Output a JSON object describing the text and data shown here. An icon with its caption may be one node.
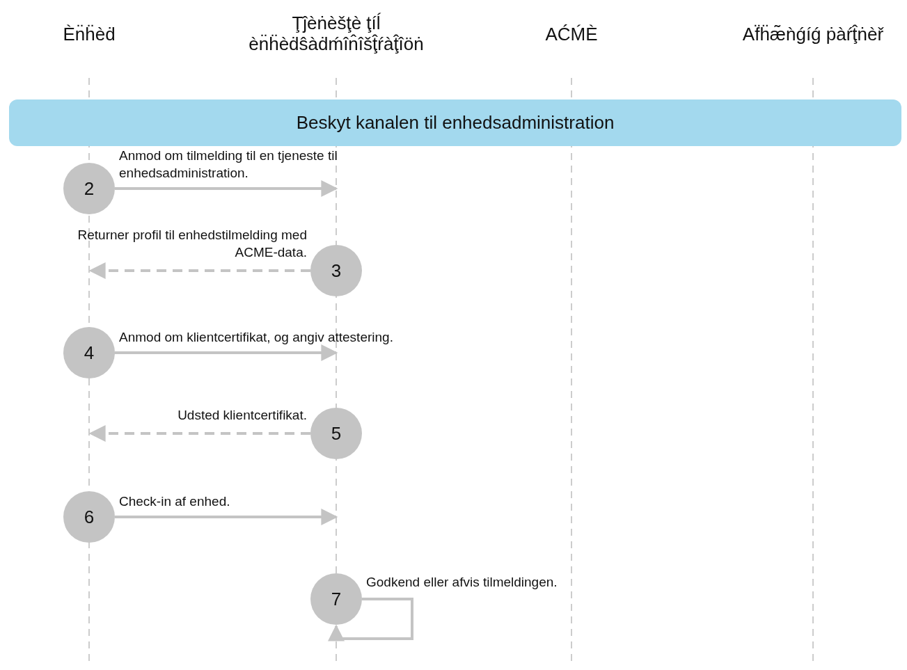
{
  "diagram": {
    "nodes": [
      {
        "text": [
          "Èn̈ḧèḋ"
        ]
      },
      {
        "text": [
          "Ţĵèṅèšţè ţíĺ èn̈ḧèḋŝàḋḿîn̂îšţ̂ŕàţ̂îöṅ"
        ]
      },
      {
        "text": [
          "AĆḾÈ"
        ]
      },
      {
        "text": [
          "Af̈ḧæ̃ǹǵíǵ ṗàŕţ̂ṅèř"
        ]
      },
      {
        "text": [
          "Beskyt kanalen til enhedsadministration"
        ]
      },
      {
        "text": [
          "2"
        ]
      },
      {
        "text": [
          "3"
        ]
      },
      {
        "text": [
          "4"
        ]
      },
      {
        "text": [
          "5"
        ]
      },
      {
        "text": [
          "6"
        ]
      },
      {
        "text": [
          "7"
        ]
      }
    ],
    "edges": [
      {
        "from": 5,
        "to": null,
        "arrow": "to",
        "label": "Anmod om tilmelding til en tjeneste til enhedsadministration."
      },
      {
        "from": 6,
        "to": null,
        "arrow": "to",
        "style": "dashed",
        "label": "Returner profil til enhedstilmelding med ACME-data."
      },
      {
        "from": 7,
        "to": null,
        "arrow": "to",
        "label": "Anmod om klientcertifikat, og angiv attestering."
      },
      {
        "from": 8,
        "to": null,
        "arrow": "to",
        "style": "dashed",
        "label": "Udsted klientcertifikat."
      },
      {
        "from": 9,
        "to": null,
        "arrow": "to",
        "label": "Check-in af enhed."
      },
      {
        "from": 10,
        "to": 10,
        "arrow": "to",
        "label": "Godkend eller afvis tilmeldingen."
      }
    ]
  }
}
